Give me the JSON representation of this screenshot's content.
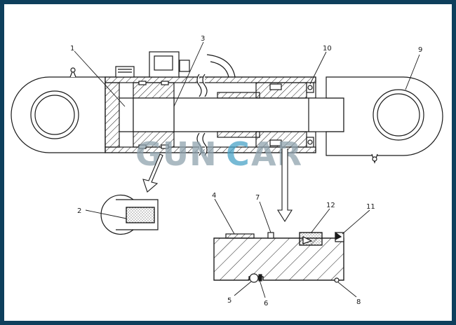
{
  "diagram": {
    "callouts": [
      {
        "id": "1",
        "label": "1"
      },
      {
        "id": "2",
        "label": "2"
      },
      {
        "id": "3",
        "label": "3"
      },
      {
        "id": "4",
        "label": "4"
      },
      {
        "id": "5",
        "label": "5"
      },
      {
        "id": "6",
        "label": "6"
      },
      {
        "id": "7",
        "label": "7"
      },
      {
        "id": "8",
        "label": "8"
      },
      {
        "id": "9",
        "label": "9"
      },
      {
        "id": "10",
        "label": "10"
      },
      {
        "id": "11",
        "label": "11"
      },
      {
        "id": "12",
        "label": "12"
      }
    ],
    "watermark": {
      "part1": "GUN",
      "part2": "C",
      "part3": "AR"
    },
    "colors": {
      "frame": "#0e3f5c",
      "line": "#1a1a1a",
      "watermark_gray": "#8fa3ae",
      "watermark_blue": "#4aa3c8",
      "seal_fill": "#d8d8d8"
    }
  }
}
